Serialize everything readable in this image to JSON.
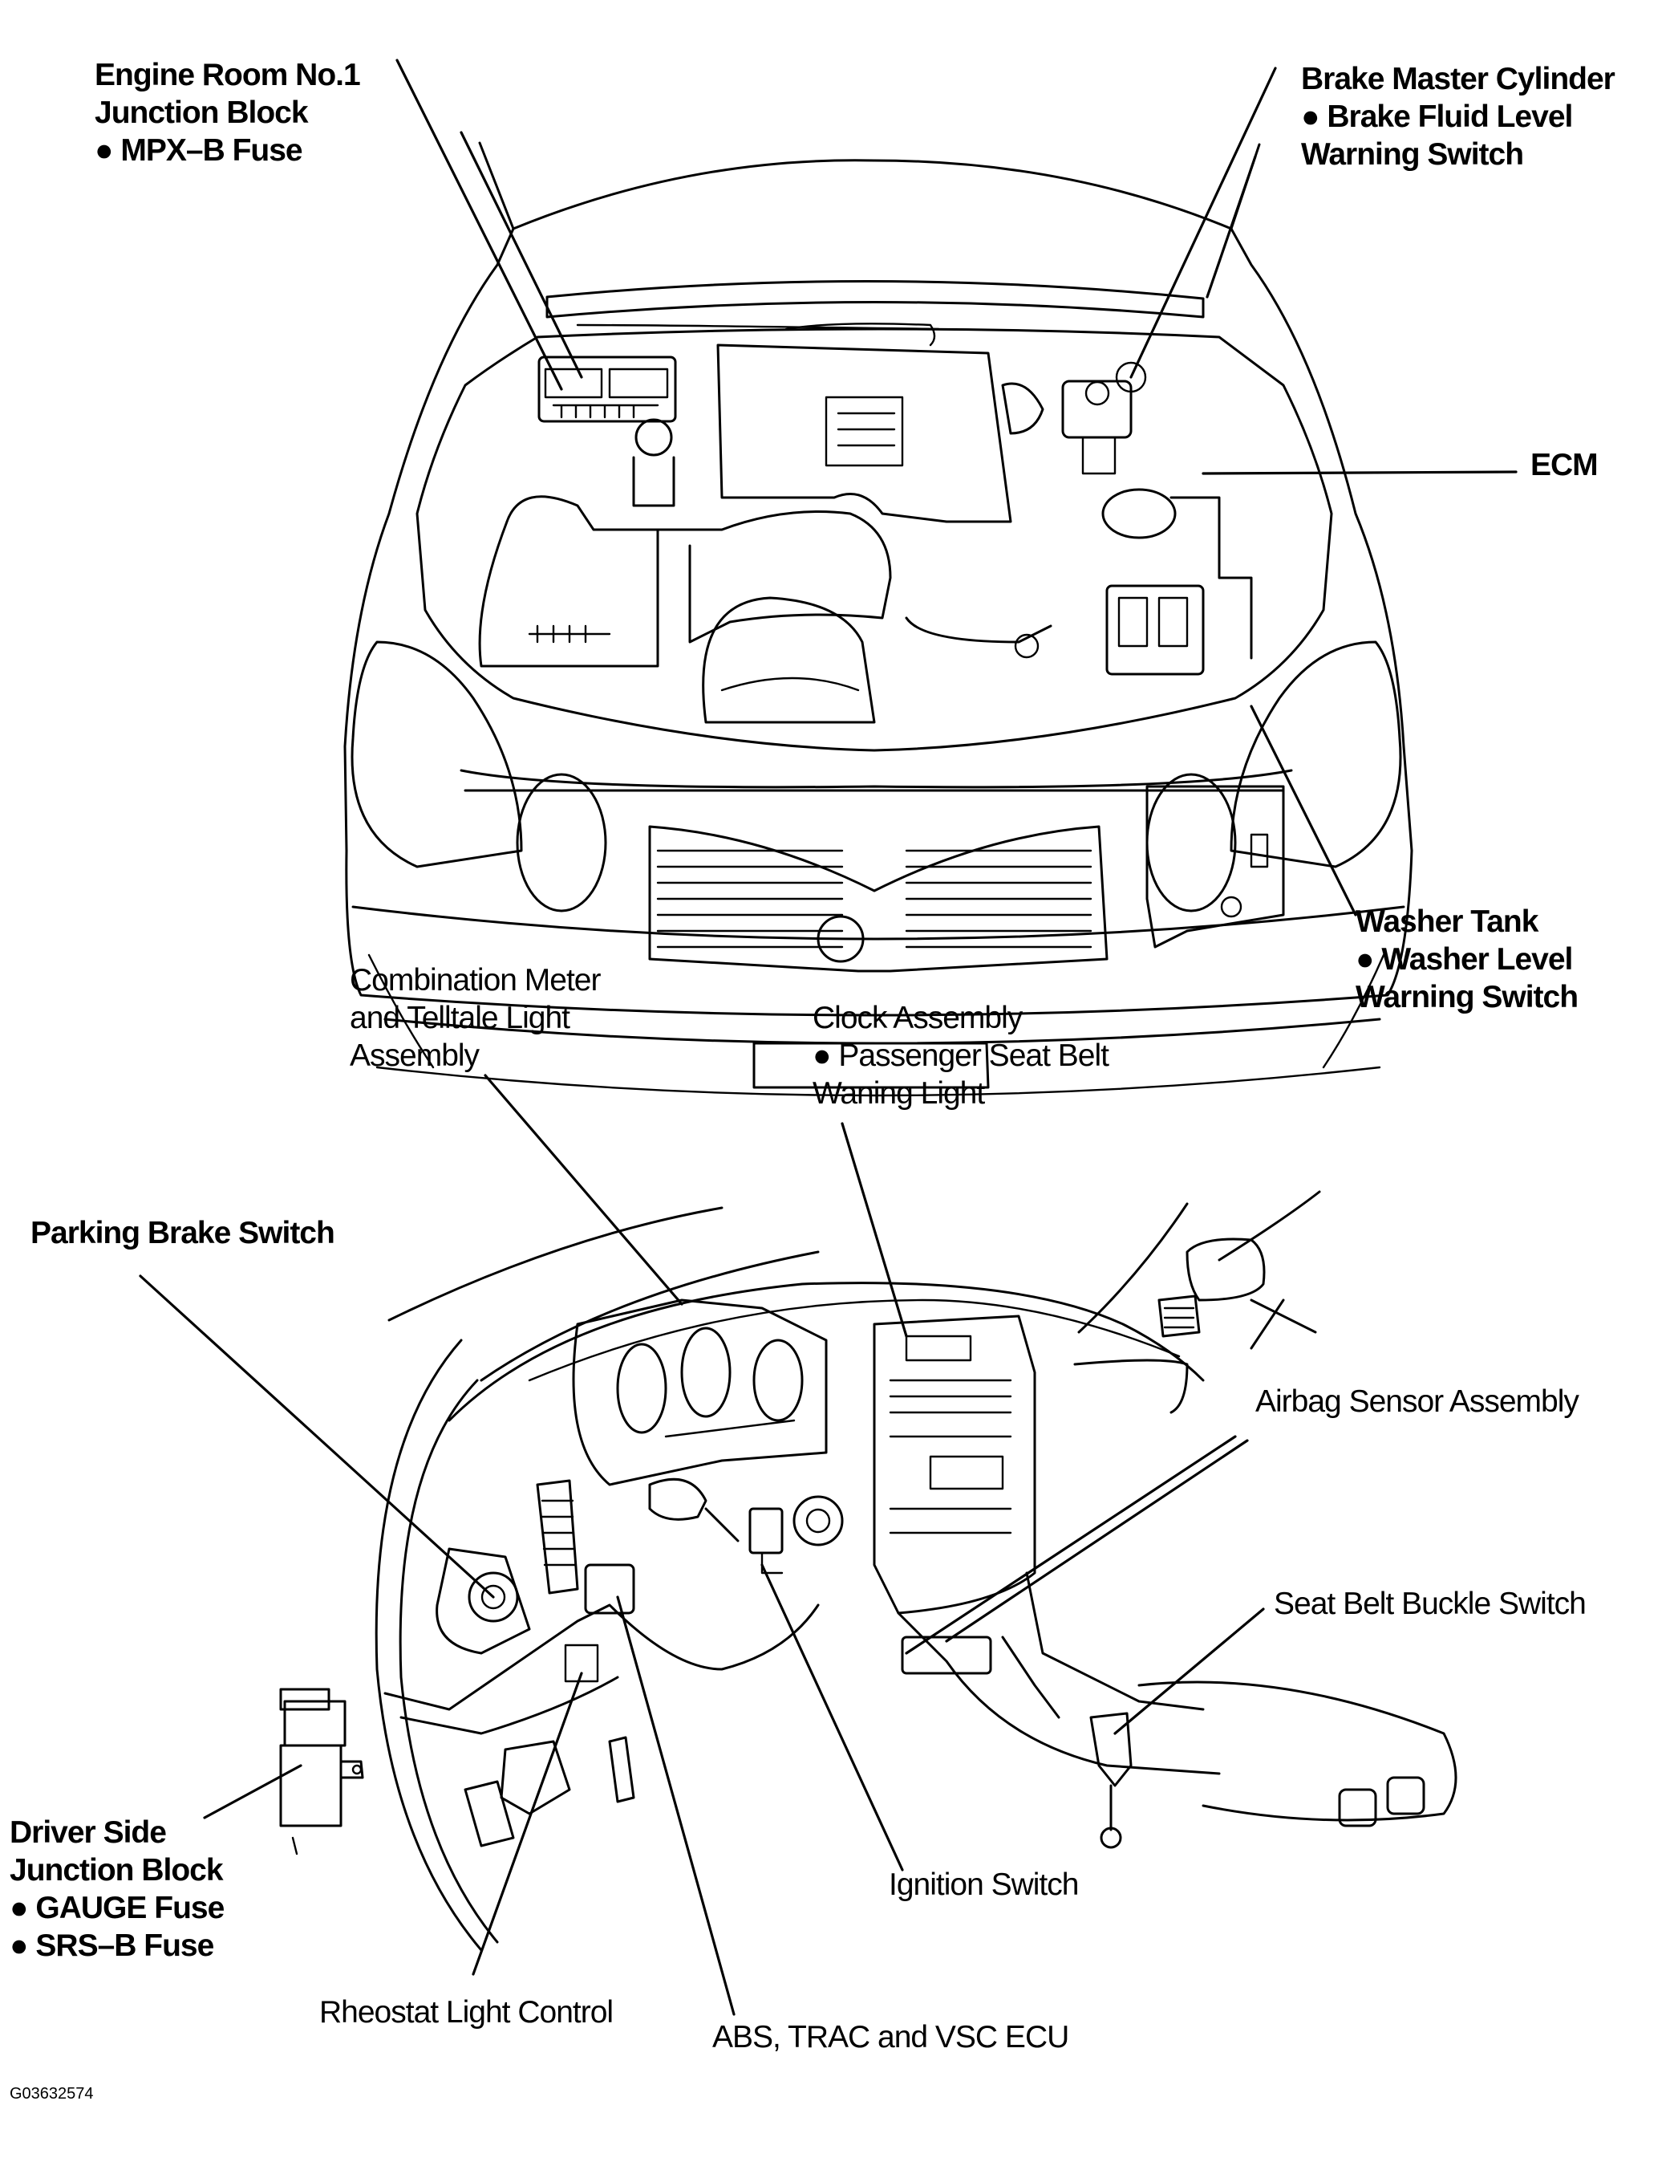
{
  "figure_id": "G03632574",
  "views": {
    "engine_compartment": "engine-compartment-view",
    "interior": "interior-dashboard-view"
  },
  "callouts": [
    {
      "id": "engine-room-jb",
      "lines": [
        "Engine Room No.1",
        "Junction Block",
        "● MPX–B Fuse"
      ]
    },
    {
      "id": "brake-master-cylinder",
      "lines": [
        "Brake Master Cylinder",
        "● Brake Fluid Level",
        "Warning Switch"
      ]
    },
    {
      "id": "ecm",
      "lines": [
        "ECM"
      ]
    },
    {
      "id": "washer-tank",
      "lines": [
        "Washer Tank",
        "● Washer Level",
        "Warning Switch"
      ]
    },
    {
      "id": "combination-meter",
      "lines": [
        "Combination Meter",
        "and Telltale Light",
        "Assembly"
      ]
    },
    {
      "id": "clock-assembly",
      "lines": [
        "Clock Assembly",
        "● Passenger Seat Belt",
        "Waning Light"
      ]
    },
    {
      "id": "parking-brake-switch",
      "lines": [
        "Parking Brake Switch"
      ]
    },
    {
      "id": "airbag-sensor",
      "lines": [
        "Airbag Sensor Assembly"
      ]
    },
    {
      "id": "seat-belt-buckle",
      "lines": [
        "Seat Belt Buckle Switch"
      ]
    },
    {
      "id": "driver-side-jb",
      "lines": [
        "Driver Side",
        "Junction Block",
        "● GAUGE Fuse",
        "● SRS–B Fuse"
      ]
    },
    {
      "id": "ignition-switch",
      "lines": [
        "Ignition Switch"
      ]
    },
    {
      "id": "rheostat",
      "lines": [
        "Rheostat Light Control"
      ]
    },
    {
      "id": "abs-ecu",
      "lines": [
        "ABS, TRAC and VSC ECU"
      ]
    }
  ]
}
